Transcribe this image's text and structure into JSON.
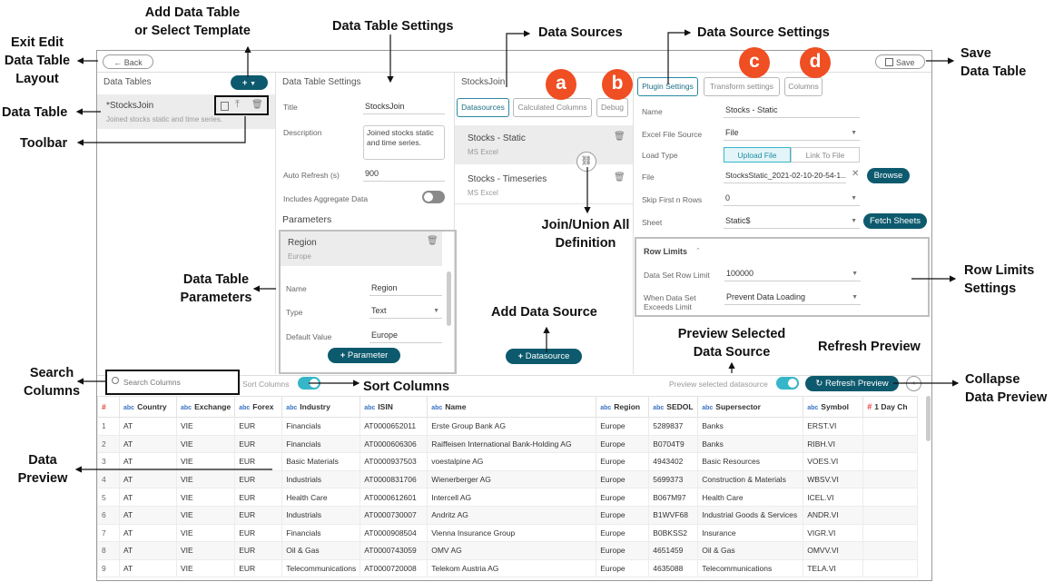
{
  "callouts": {
    "exit_edit": "Exit Edit\nData Table\nLayout",
    "add_table": "Add Data Table\nor Select Template",
    "table_settings": "Data Table Settings",
    "data_sources": "Data Sources",
    "source_settings": "Data Source Settings",
    "save_table": "Save\nData Table",
    "data_table": "Data Table",
    "toolbar": "Toolbar",
    "join_union": "Join/Union All\nDefinition",
    "row_limits": "Row Limits\nSettings",
    "table_params": "Data Table\nParameters",
    "add_source": "Add Data Source",
    "preview_selected": "Preview Selected\nData Source",
    "refresh_preview": "Refresh Preview",
    "search_columns": "Search\nColumns",
    "sort_columns": "Sort Columns",
    "collapse_preview": "Collapse\nData Preview",
    "data_preview": "Data\nPreview"
  },
  "badges": {
    "a": "a",
    "b": "b",
    "c": "c",
    "d": "d"
  },
  "top": {
    "back": "Back",
    "save": "Save"
  },
  "tables_panel": {
    "title": "Data Tables",
    "add": "+",
    "item_name": "*StocksJoin",
    "item_desc": "Joined stocks static and time series."
  },
  "settings_panel": {
    "title": "Data Table Settings",
    "title_label": "Title",
    "title_value": "StocksJoin",
    "desc_label": "Description",
    "desc_value": "Joined stocks static and time series.",
    "refresh_label": "Auto Refresh (s)",
    "refresh_value": "900",
    "aggregate_label": "Includes Aggregate Data",
    "params_title": "Parameters",
    "param_name": "Region",
    "param_sub": "Europe",
    "name_label": "Name",
    "name_value": "Region",
    "type_label": "Type",
    "type_value": "Text",
    "default_label": "Default Value",
    "default_value": "Europe",
    "add_param": "Parameter"
  },
  "sources_panel": {
    "title": "StocksJoin",
    "tab_datasources": "Datasources",
    "tab_calculated": "Calculated Columns",
    "tab_debug": "Debug",
    "source1_name": "Stocks - Static",
    "source1_sub": "MS Excel",
    "source2_name": "Stocks - Timeseries",
    "source2_sub": "MS Excel",
    "add_source": "Datasource"
  },
  "source_settings": {
    "tab_plugin": "Plugin Settings",
    "tab_transform": "Transform settings",
    "tab_columns": "Columns",
    "name_label": "Name",
    "name_value": "Stocks - Static",
    "file_source_label": "Excel File Source",
    "file_source_value": "File",
    "load_type_label": "Load Type",
    "upload": "Upload File",
    "link": "Link To File",
    "file_label": "File",
    "file_value": "StocksStatic_2021-02-10-20-54-1...",
    "browse": "Browse",
    "skip_label": "Skip First n Rows",
    "skip_value": "0",
    "sheet_label": "Sheet",
    "sheet_value": "Static$",
    "fetch": "Fetch Sheets",
    "row_limits_title": "Row Limits",
    "row_limit_label": "Data Set Row Limit",
    "row_limit_value": "100000",
    "exceeds_label": "When Data Set\nExceeds Limit",
    "exceeds_value": "Prevent Data Loading"
  },
  "preview_bar": {
    "search_placeholder": "Search Columns",
    "sort_label": "Sort Columns",
    "preview_label": "Preview selected datasource",
    "refresh": "Refresh Preview"
  },
  "grid": {
    "headers": [
      "#",
      "Country",
      "Exchange",
      "Forex",
      "Industry",
      "ISIN",
      "Name",
      "Region",
      "SEDOL",
      "Supersector",
      "Symbol",
      "1 Day Ch"
    ],
    "rows": [
      [
        "1",
        "AT",
        "VIE",
        "EUR",
        "Financials",
        "AT0000652011",
        "Erste Group Bank AG",
        "Europe",
        "5289837",
        "Banks",
        "ERST.VI",
        ""
      ],
      [
        "2",
        "AT",
        "VIE",
        "EUR",
        "Financials",
        "AT0000606306",
        "Raiffeisen International Bank-Holding AG",
        "Europe",
        "B0704T9",
        "Banks",
        "RIBH.VI",
        ""
      ],
      [
        "3",
        "AT",
        "VIE",
        "EUR",
        "Basic Materials",
        "AT0000937503",
        "voestalpine AG",
        "Europe",
        "4943402",
        "Basic Resources",
        "VOES.VI",
        ""
      ],
      [
        "4",
        "AT",
        "VIE",
        "EUR",
        "Industrials",
        "AT0000831706",
        "Wienerberger AG",
        "Europe",
        "5699373",
        "Construction & Materials",
        "WBSV.VI",
        ""
      ],
      [
        "5",
        "AT",
        "VIE",
        "EUR",
        "Health Care",
        "AT0000612601",
        "Intercell AG",
        "Europe",
        "B067M97",
        "Health Care",
        "ICEL.VI",
        ""
      ],
      [
        "6",
        "AT",
        "VIE",
        "EUR",
        "Industrials",
        "AT0000730007",
        "Andritz AG",
        "Europe",
        "B1WVF68",
        "Industrial Goods & Services",
        "ANDR.VI",
        ""
      ],
      [
        "7",
        "AT",
        "VIE",
        "EUR",
        "Financials",
        "AT0000908504",
        "Vienna Insurance Group",
        "Europe",
        "B0BKSS2",
        "Insurance",
        "VIGR.VI",
        ""
      ],
      [
        "8",
        "AT",
        "VIE",
        "EUR",
        "Oil & Gas",
        "AT0000743059",
        "OMV AG",
        "Europe",
        "4651459",
        "Oil & Gas",
        "OMVV.VI",
        ""
      ],
      [
        "9",
        "AT",
        "VIE",
        "EUR",
        "Telecommunications",
        "AT0000720008",
        "Telekom Austria AG",
        "Europe",
        "4635088",
        "Telecommunications",
        "TELA.VI",
        ""
      ]
    ]
  },
  "colors": {
    "teal": "#0d5a6e",
    "toggle_on": "#36b6c9",
    "badge": "#f04e23"
  }
}
